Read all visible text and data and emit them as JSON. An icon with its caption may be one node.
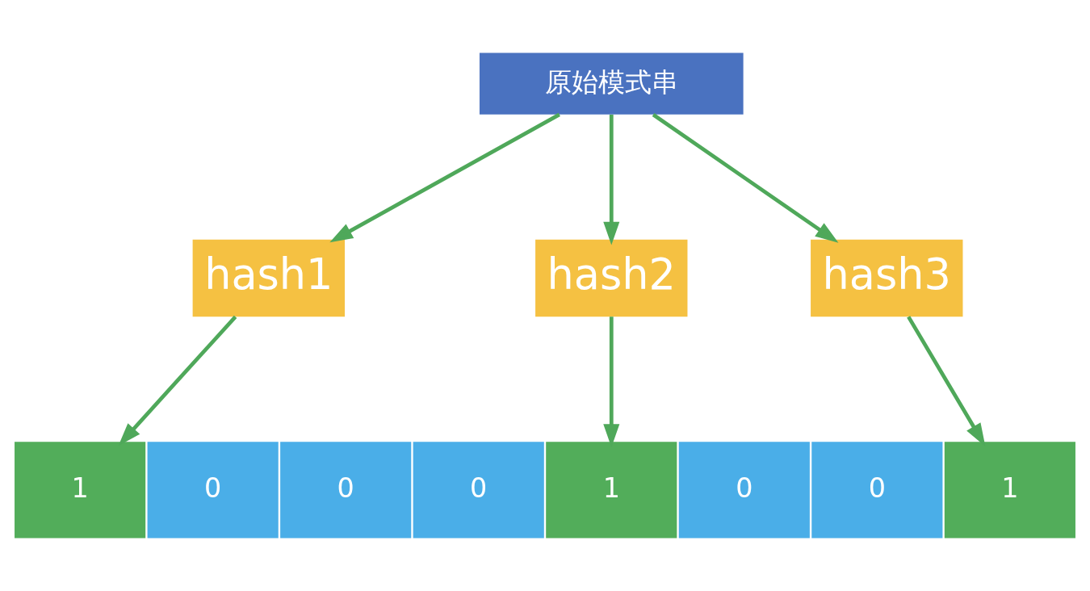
{
  "diagram": {
    "nodes": [
      {
        "text": [
          "原始模式串"
        ]
      },
      {
        "text": [
          "hash1"
        ]
      },
      {
        "text": [
          "hash2"
        ]
      },
      {
        "text": [
          "hash3"
        ]
      },
      {
        "text": [
          "1"
        ]
      },
      {
        "text": [
          "0"
        ]
      },
      {
        "text": [
          "0"
        ]
      },
      {
        "text": [
          "0"
        ]
      },
      {
        "text": [
          "1"
        ]
      },
      {
        "text": [
          "0"
        ]
      },
      {
        "text": [
          "0"
        ]
      },
      {
        "text": [
          "1"
        ]
      }
    ],
    "edges": [
      {
        "from": 0,
        "to": 1,
        "arrow": "to"
      },
      {
        "from": 0,
        "to": 2,
        "arrow": "to"
      },
      {
        "from": 0,
        "to": 3,
        "arrow": "to"
      },
      {
        "from": 1,
        "to": 4,
        "arrow": "to"
      },
      {
        "from": 2,
        "to": 8,
        "arrow": "to"
      },
      {
        "from": 3,
        "to": 11,
        "arrow": "to"
      }
    ]
  }
}
